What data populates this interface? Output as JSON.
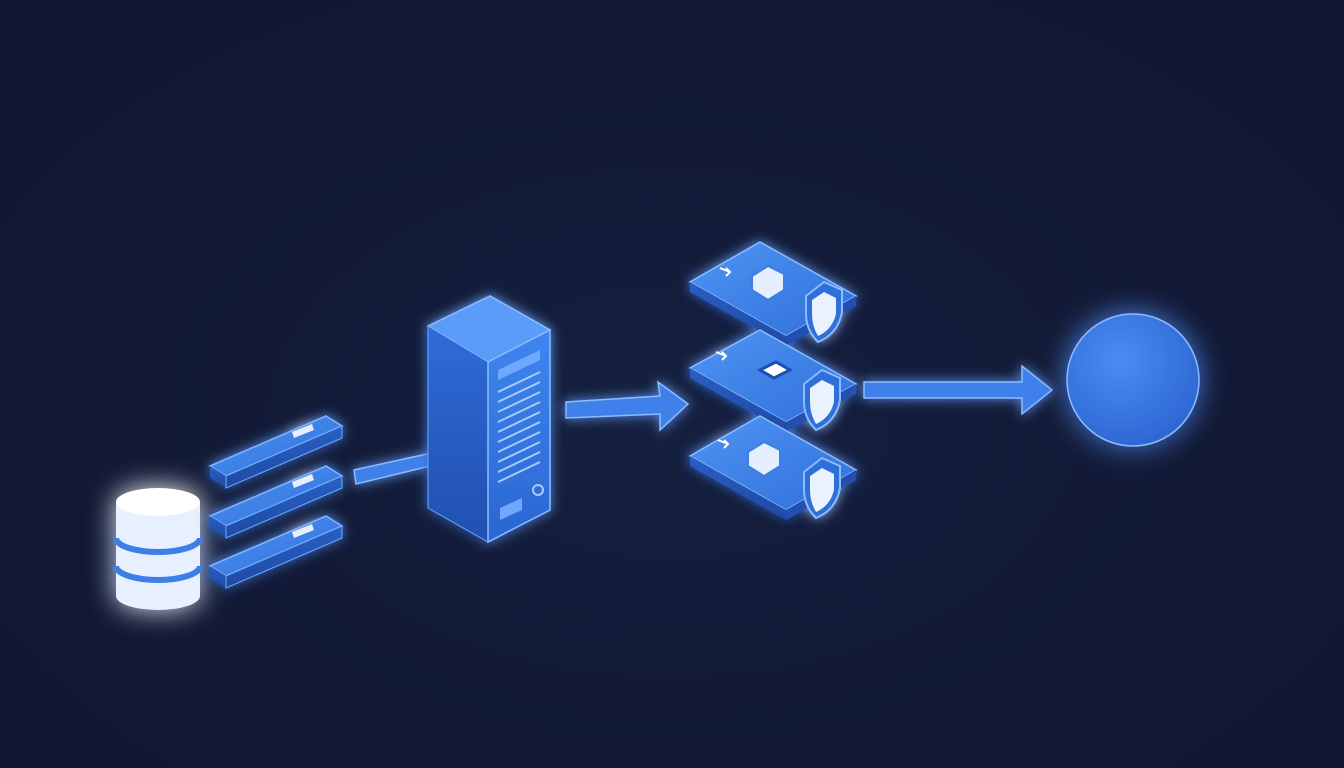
{
  "diagram": {
    "stages": [
      {
        "id": "database",
        "icon": "database-icon"
      },
      {
        "id": "records",
        "icon": "record-stack-icon",
        "count": 3
      },
      {
        "id": "server",
        "icon": "server-tower-icon"
      },
      {
        "id": "secured-packets",
        "icon": "shielded-packet-icon",
        "count": 3
      },
      {
        "id": "destination",
        "icon": "circle-endpoint-icon"
      }
    ],
    "connections": [
      {
        "from": "records",
        "to": "server"
      },
      {
        "from": "server",
        "to": "secured-packets"
      },
      {
        "from": "secured-packets",
        "to": "destination"
      }
    ]
  },
  "colors": {
    "background": "#121a33",
    "accent": "#3d7fe6",
    "accent_light": "#6aa8ff",
    "highlight": "#dfeaff",
    "glow": "#3a86ff"
  }
}
